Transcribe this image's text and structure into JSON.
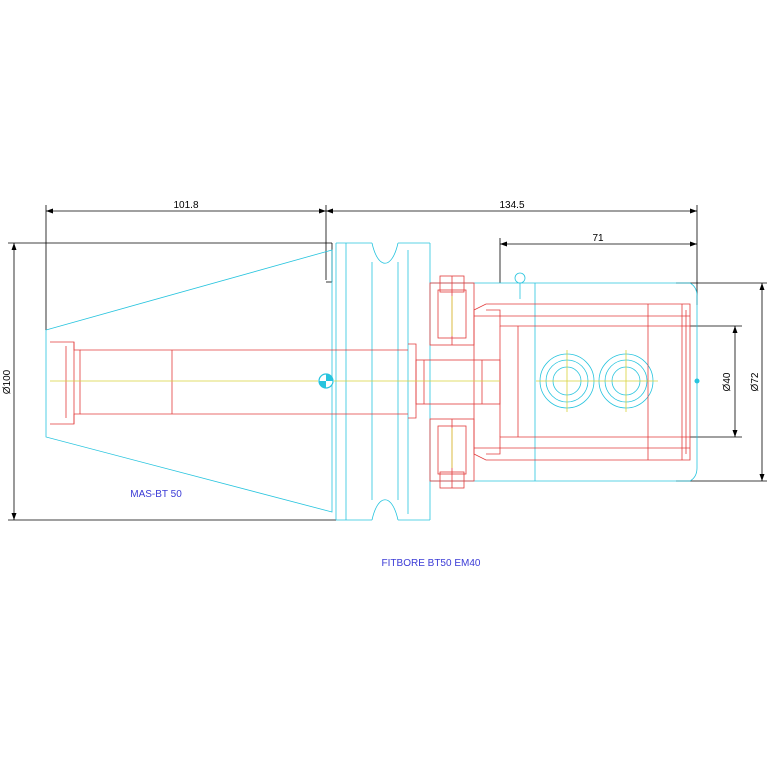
{
  "dimensions": {
    "taper_length": "101.8",
    "total_length": "134.5",
    "bore_depth": "71",
    "taper_diameter": "Ø100",
    "bore_diameter": "Ø40",
    "outer_diameter": "Ø72"
  },
  "labels": {
    "shank_name": "MAS-BT 50",
    "product_name": "FITBORE BT50 EM40"
  },
  "colors": {
    "outline": "#27c4de",
    "inner": "#e23b3b",
    "centerline": "#d8d23a",
    "dimension": "#000000",
    "label": "#3b3bd6"
  }
}
